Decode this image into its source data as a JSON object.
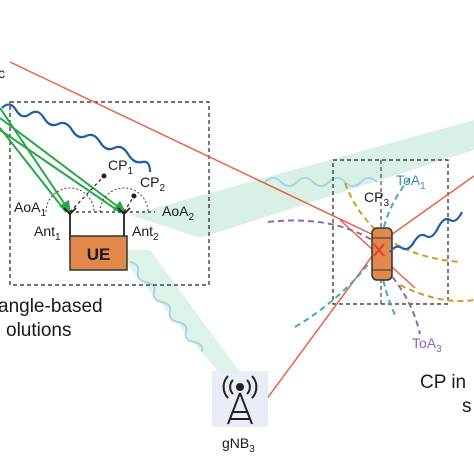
{
  "labels": {
    "cp1": "CP",
    "cp1_sub": "1",
    "cp2": "CP",
    "cp2_sub": "2",
    "cp3": "CP",
    "cp3_sub": "3",
    "aoa1": "AoA",
    "aoa1_sub": "1",
    "aoa2": "AoA",
    "aoa2_sub": "2",
    "ant1": "Ant",
    "ant1_sub": "1",
    "ant2": "Ant",
    "ant2_sub": "2",
    "ue": "UE",
    "toa1": "ToA",
    "toa1_sub": "1",
    "toa3": "ToA",
    "toa3_sub": "3",
    "gnb3": "gNB",
    "gnb3_sub": "3",
    "caption_left_line1": "angle-based",
    "caption_left_line2": "olutions",
    "caption_right_line1": "CP in",
    "caption_right_line2": "s",
    "corner_fragment": "c"
  },
  "colors": {
    "red_ray": "#e8624a",
    "green_ray": "#27a844",
    "wave_blue": "#1f5fa8",
    "wave_light": "#a8d4e6",
    "beam_green": "#cfeedd",
    "ue_fill": "#e0894a",
    "toa_teal": "#4aa8b8",
    "toa_gold": "#c9a020",
    "toa_purple": "#8a6aa8"
  }
}
